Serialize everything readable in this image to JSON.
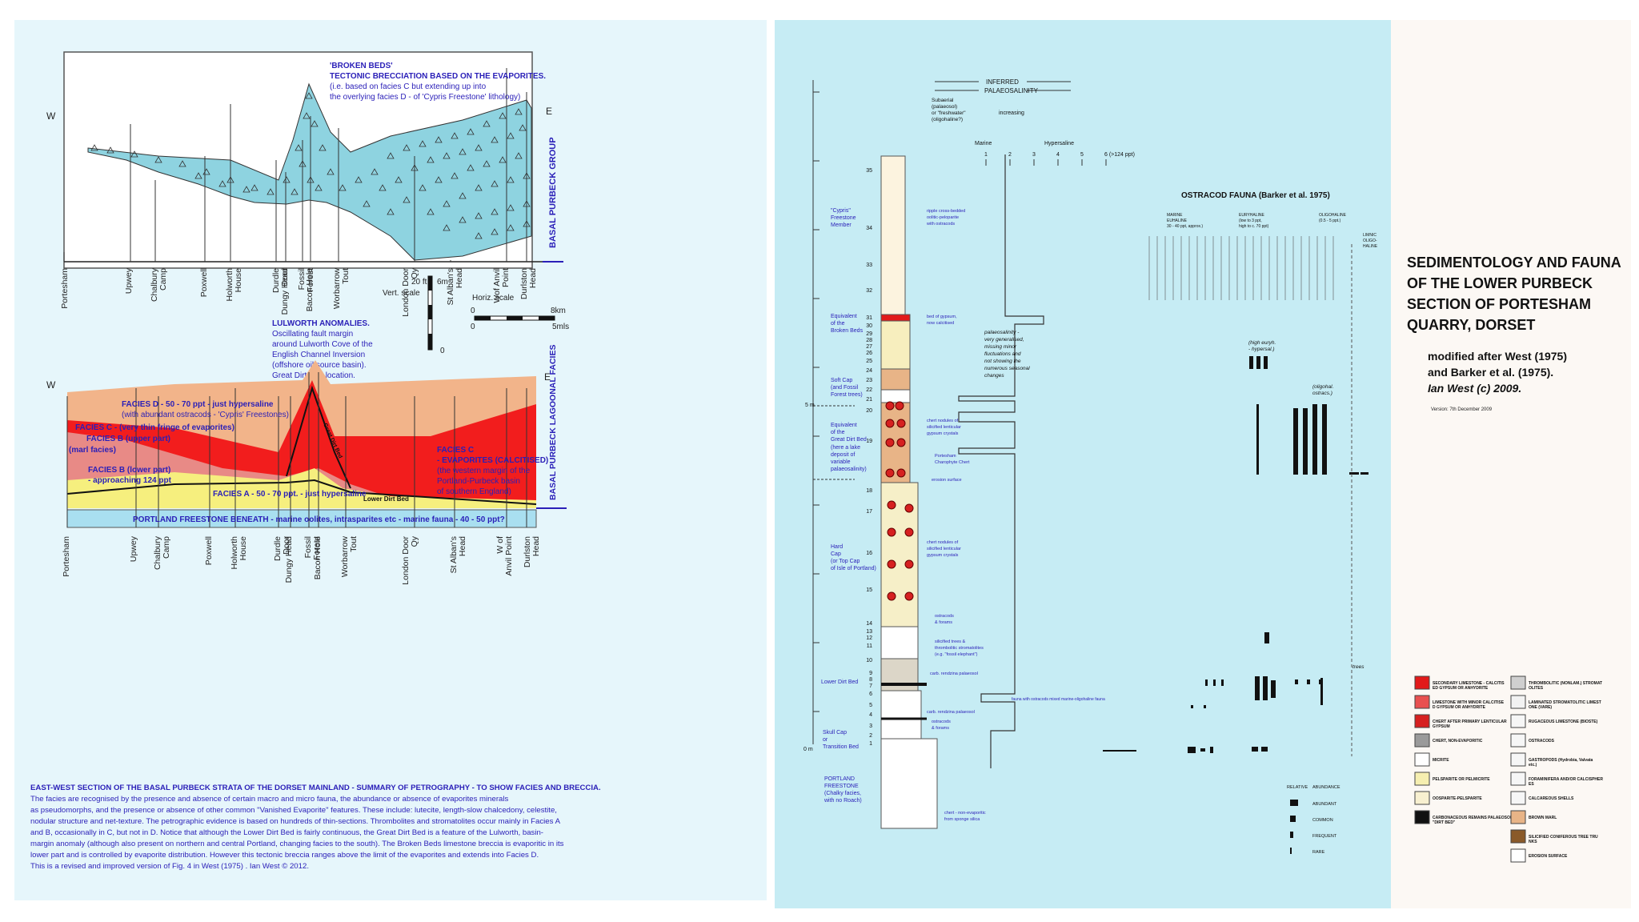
{
  "upper_section": {
    "west": "W",
    "east": "E",
    "group_label": "BASAL PURBECK GROUP",
    "annotation": [
      "'BROKEN BEDS'",
      "TECTONIC BRECCIATION BASED ON THE EVAPORITES.",
      "(i.e. based on facies C but extending up  into",
      "the overlying facies D - of 'Cypris Freestone' lithology)"
    ],
    "localities": [
      "Portesham",
      "Upwey",
      "Chalbury Camp",
      "Poxwell",
      "Holworth House",
      "Durdle Door",
      "Dungy Head",
      "Fossil Forest",
      "Bacon Hole",
      "Worbarrow Tout",
      "London Door Qy",
      "St Alban's Head",
      "Wof Anvil Point",
      "Durlston Head"
    ]
  },
  "scales": {
    "vert_label": "Vert. scale",
    "vert_top": "20 ft",
    "vert_top_m": "6m",
    "vert_zero": "0",
    "horiz_label": "Horiz. scale",
    "horiz_zero_a": "0",
    "horiz_zero_b": "0",
    "horiz_km": "8km",
    "horiz_mls": "5mls"
  },
  "lulworth": [
    "LULWORTH ANOMALIES.",
    "Oscillating fault margin",
    "around Lulworth Cove of the",
    "English Channel Inversion",
    "(offshore oil source basin).",
    "Great Dirt Bed location."
  ],
  "lower_section": {
    "west": "W",
    "east": "E",
    "group_label": "BASAL PURBECK LAGOONAL FACIES",
    "facies_d": [
      "FACIES D - 50 - 70 ppt - just hypersaline",
      "(with abundant ostracods  -  'Cypris' Freestones)"
    ],
    "facies_c_fringe": "FACIES C - (very thin fringe of evaporites)",
    "facies_b_upper": "FACIES B (upper part)",
    "marl_facies": "(marl facies)",
    "facies_b_lower": [
      "FACIES B (lower part)",
      "- approaching 124 ppt"
    ],
    "facies_a": "FACIES A - 50 - 70 ppt. - just hypersaline",
    "great_dirt_bed": "Great Dirt Bed",
    "lower_dirt_bed": "Lower Dirt Bed",
    "facies_c": [
      "FACIES C",
      "- EVAPORITES (CALCITISED)",
      "(the western margin of the",
      "Portland-Purbeck basin",
      "of southern England)"
    ],
    "portland": "PORTLAND FREESTONE BENEATH - marine oolites, intrasparites etc - marine fauna - 40 - 50 ppt?",
    "localities": [
      "Portesham",
      "Upwey",
      "Chalbury Camp",
      "Poxwell",
      "Holworth House",
      "Durdle Door",
      "Dungy Head",
      "Fossil Forest",
      "Bacon Hole",
      "Worbarrow Tout",
      "London Door Qy",
      "St Alban's Head",
      "W of Anvil Point",
      "Durlston Head"
    ]
  },
  "caption": [
    "EAST-WEST SECTION OF THE BASAL PURBECK STRATA OF THE DORSET MAINLAND - SUMMARY OF PETROGRAPHY - TO SHOW FACIES AND BRECCIA.",
    "The facies are recognised by the presence and absence of certain macro and micro fauna, the abundance or absence of evaporites minerals",
    "as pseudomorphs, and the presence or absence of other common \"Vanished Evaporite\" features. These include: lutecite, length-slow chalcedony, celestite,",
    "nodular structure and net-texture. The petrographic evidence is  based on hundreds of thin-sections. Thrombolites and stromatolites occur mainly in Facies A",
    "and B, occasionally in C, but not in D. Notice that although the Lower Dirt Bed is fairly continuous, the Great Dirt Bed is a feature of the Lulworth, basin-",
    "margin anomaly (although also present on northern and central Portland, changing facies to the south). The Broken Beds limestone breccia is evaporitic in its",
    "lower part and is controlled by evaporite distribution. However this tectonic breccia ranges above the limit of the evaporites and extends into Facies D.",
    "This is  a revised and improved  version of Fig. 4 in West (1975) . Ian West © 2012."
  ],
  "log": {
    "paleosalinity_title": [
      "INFERRED",
      "PALAEOSALINITY"
    ],
    "subaerial": [
      "Subaerial",
      "(palaeosol)",
      "or \"freshwater\"",
      "(oligohaline?)"
    ],
    "increasing": "increasing",
    "marine": "Marine",
    "hypersaline": "Hypersaline",
    "scale_ticks": [
      "1",
      "2",
      "3",
      "4",
      "5",
      "6 (>124 ppt)"
    ],
    "bed_numbers": [
      "35",
      "34",
      "33",
      "32",
      "31",
      "30",
      "29",
      "28",
      "27",
      "26",
      "25",
      "24",
      "23",
      "22",
      "21",
      "20",
      "19",
      "18",
      "17",
      "16",
      "15",
      "14",
      "13",
      "12",
      "11",
      "10",
      "9",
      "8",
      "7",
      "6",
      "5",
      "4",
      "3",
      "2",
      "1"
    ],
    "units": [
      {
        "label": [
          "\"Cypris\"",
          "Freestone",
          "Member"
        ]
      },
      {
        "label": [
          "Equivalent",
          "of the",
          "Broken Beds"
        ]
      },
      {
        "label": [
          "Soft Cap",
          "(and Fossil",
          "Forest trees)"
        ]
      },
      {
        "label": [
          "Equivalent",
          "of the",
          "Great Dirt Bed"
        ]
      },
      {
        "label": [
          "(here a lake",
          "deposit of",
          "variable",
          "palaeosalinity)"
        ]
      },
      {
        "label": [
          "Hard",
          "Cap",
          "(or Top Cap",
          "of Isle of Portland)"
        ]
      },
      {
        "label": [
          "Lower Dirt Bed"
        ]
      },
      {
        "label": [
          "Skull Cap",
          "or",
          "Transition Bed"
        ]
      },
      {
        "label": [
          "PORTLAND",
          "FREESTONE",
          "(Chalky facies,",
          "with no Roach)"
        ]
      }
    ],
    "five_m": "5 m",
    "zero_m": "0 m",
    "notes": [
      [
        "ripple cross-bedded",
        "oolitic-peloparite",
        "with ostracods"
      ],
      [
        "bed of gypsum,",
        "now calcitised"
      ],
      [
        "chert nodules of",
        "silicified lenticular",
        "gypsum crystals"
      ],
      [
        "Portesham",
        "Charophyte Chert"
      ],
      [
        "erosion surface"
      ],
      [
        "chert nodules of",
        "silicified lenticular",
        "gypsum crystals"
      ],
      [
        "ostracods",
        "& forams"
      ],
      [
        "silicified trees &",
        "thrombolitic stromatolites",
        "(e.g. \"fossil elephant\")"
      ],
      [
        "carb. rendzina palaeosol"
      ],
      [
        "carb. rendzina palaeosol"
      ],
      [
        "ostracods",
        "& forams"
      ],
      [
        "chert - non-evaporitic",
        "from sponge silica"
      ]
    ],
    "ostracod_note": "fauna with ostracods mixed marine-oligohaline fauna",
    "palaeosalinity_note": [
      "palaeosalinity -",
      "very generalised,",
      "missing minor",
      "fluctuations and",
      "not showing the",
      "numerous seasonal",
      "changes"
    ]
  },
  "ostracod": {
    "title": "OSTRACOD FAUNA (Barker et al. 1975)",
    "groups": [
      [
        "MARINE",
        "EUHALINE",
        "30 - 40 ppt, approx.)"
      ],
      [
        "EURYHALINE",
        "(low to 3 ppt,",
        "high to c. 70 ppt)"
      ],
      [
        "OLIGOHALINE",
        "(0.5 - 5 ppt.)"
      ],
      [
        "LIMNIC",
        "OLIGO-",
        "HALINE"
      ]
    ],
    "high_euryh": [
      "(high euryh.",
      "- hypersal.)"
    ],
    "oligohal": [
      "(oligohal.",
      "ostracs.)"
    ],
    "trees": "trees",
    "abundance_title": [
      "RELATIVE",
      "ABUNDANCE"
    ],
    "abundance_levels": [
      "ABUNDANT",
      "COMMON",
      "FREQUENT",
      "RARE"
    ]
  },
  "legend": {
    "items": [
      "SECONDARY LIMESTONE - CALCITISED GYPSUM OR ANHYDRITE",
      "LIMESTONE WITH MINOR CALCITISED GYPSUM OR ANHYDRITE",
      "CHERT AFTER PRIMARY LENTICULAR GYPSUM",
      "CHERT, NON-EVAPORITIC",
      "MICRITE",
      "PELSPARITE OR PELMICRITE",
      "OOSPARITE-PELSPARITE",
      "CARBONACEOUS REMAINS PALAEOSOL \"DIRT BED\"",
      "THROMBOLITIC (NONLAM.) STROMATOLITES",
      "LAMINATED STROMATOLITIC LIMESTONE (VARE)",
      "RUGACEOUS LIMESTONE (BIOSTE)",
      "OSTRACODS",
      "GASTROPODS (Hydrobia, Valvata etc.)",
      "FORAMINIFERA AND/OR CALCISPHERES",
      "CALCAREOUS SHELLS",
      "BROWN MARL",
      "SILICIFIED CONIFEROUS TREE TRUNKS",
      "EROSION SURFACE"
    ]
  },
  "title_block": {
    "title": [
      "SEDIMENTOLOGY AND FAUNA",
      "OF THE LOWER PURBECK",
      "SECTION OF PORTESHAM",
      "QUARRY, DORSET"
    ],
    "modified_a": "modified after West (1975)",
    "modified_b": "and Barker et al. (1975).",
    "author": "Ian West (c) 2009.",
    "version": "Version: 7th December 2009"
  },
  "colors": {
    "left_bg": "#e6f6fb",
    "right_bg": "#c6ecf4",
    "facies_d": "#f2b48a",
    "facies_c": "#f21d1d",
    "facies_b": "#e88a86",
    "facies_a": "#f6ef7e",
    "portland": "#a9dff0",
    "breccia": "#8ed3e0"
  }
}
